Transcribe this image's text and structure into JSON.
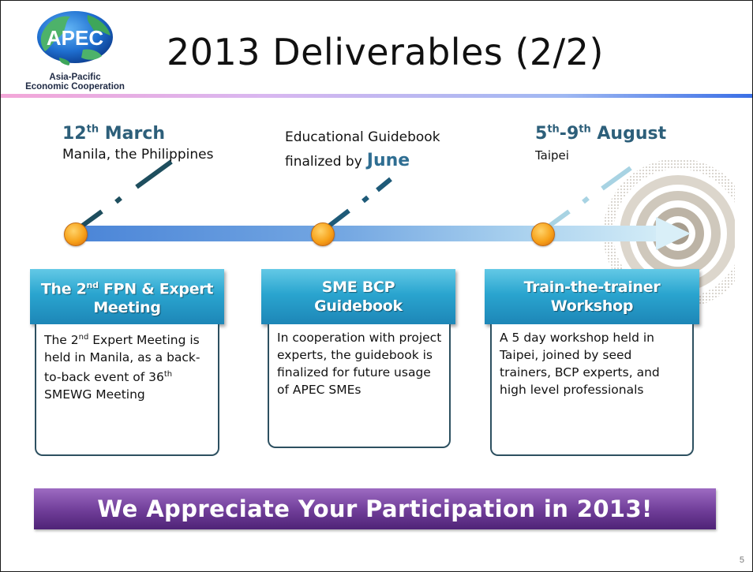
{
  "logo": {
    "brand": "APEC",
    "line1": "Asia-Pacific",
    "line2": "Economic Cooperation"
  },
  "title": "2013 Deliverables (2/2)",
  "timeline": [
    {
      "day": "12",
      "day_sup": "th",
      "month": "March",
      "place": "Manila, the Philippines"
    },
    {
      "line1": "Educational Guidebook",
      "line2_prefix": "finalized by",
      "highlight": "June"
    },
    {
      "day_from": "5",
      "sup_from": "th",
      "dash": "-",
      "day_to": "9",
      "sup_to": "th",
      "month": "August",
      "place": "Taipei"
    }
  ],
  "cards": [
    {
      "head_pre": "The 2",
      "head_sup": "nd",
      "head_post": " FPN & Expert",
      "head_line2": "Meeting",
      "body": {
        "p1": "The 2",
        "s1": "nd",
        "p2": " Expert Meeting is held in Manila, as a back-to-back event of 36",
        "s2": "th",
        "p3": " SMEWG Meeting"
      }
    },
    {
      "head_line1": "SME BCP",
      "head_line2": "Guidebook",
      "body": "In cooperation with project experts, the guidebook is finalized for future usage of APEC SMEs"
    },
    {
      "head_line1": "Train-the-trainer",
      "head_line2": "Workshop",
      "body": "A 5 day workshop held in Taipei, joined by seed trainers, BCP experts, and high level professionals"
    }
  ],
  "banner": "We Appreciate Your Participation in 2013!",
  "page_number": "5",
  "colors": {
    "title_rule_end": "#3a6fe6",
    "card_head": "#2aa5cf",
    "banner": "#6f3d98",
    "dot": "#f7a21a",
    "date_text": "#2d5f7a"
  }
}
